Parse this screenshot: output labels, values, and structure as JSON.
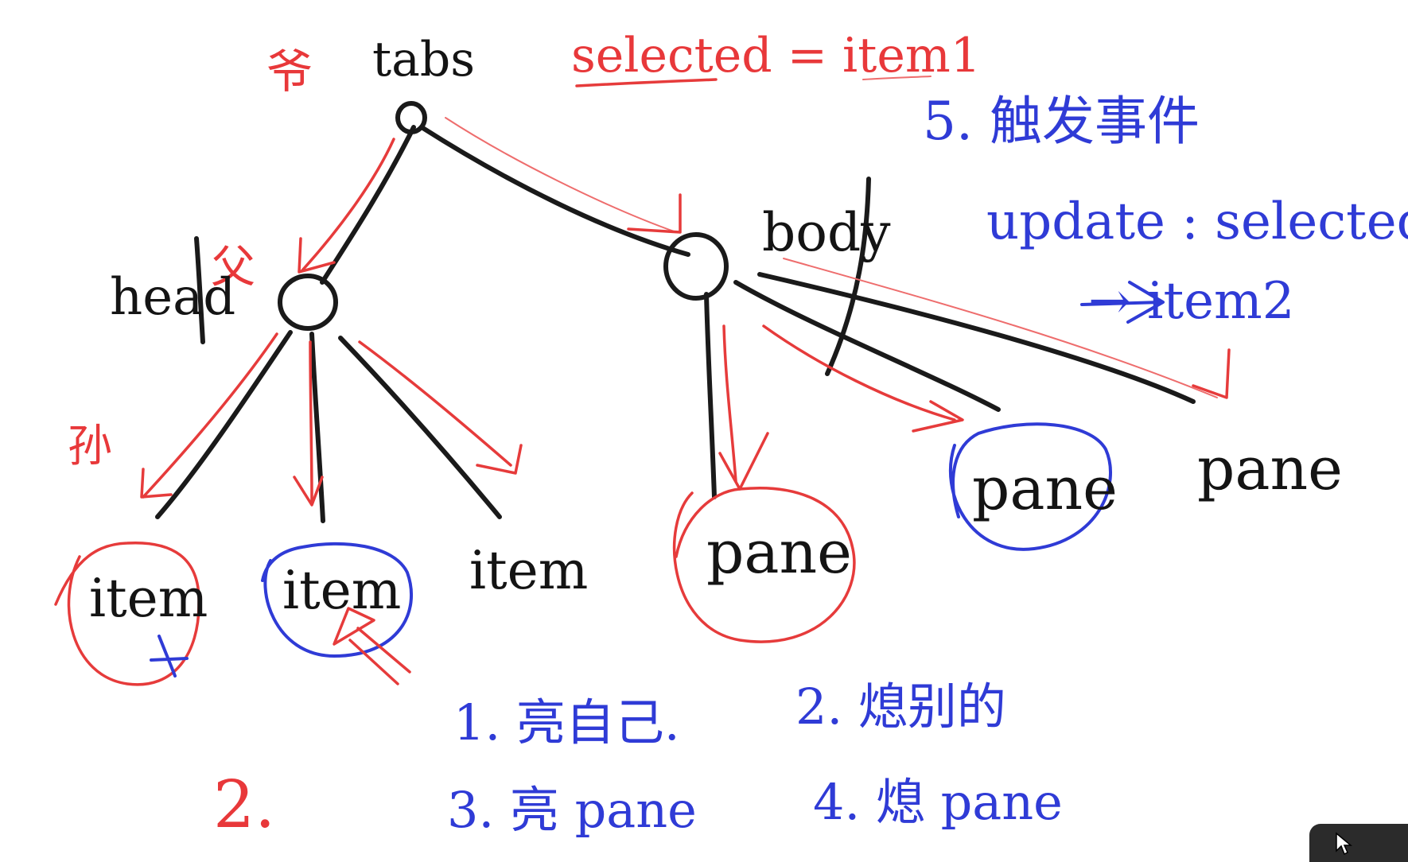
{
  "colors": {
    "black": "#141414",
    "red": "#e8383a",
    "blue": "#2f3bd6",
    "background": "#ffffff"
  },
  "annotations_red": {
    "parent_label": "爷",
    "parent_mark": "父",
    "child_mark": "孙",
    "selected_expr": "selected = item1",
    "step_two": "2."
  },
  "nodes": {
    "root": "tabs",
    "head": "head",
    "body": "body",
    "items": [
      "item",
      "item",
      "item"
    ],
    "panes": [
      "pane",
      "pane",
      "pane"
    ]
  },
  "annotations_blue": {
    "event_title": "5. 触发事件",
    "event_name": "update : selected",
    "event_target": "→ item2",
    "steps": [
      "1. 亮自己.",
      "2. 熄别的",
      "3. 亮 pane",
      "4. 熄 pane"
    ]
  },
  "icons": {
    "pointer": "cursor-arrow-icon",
    "click_arrow": "red-arrow-icon"
  }
}
